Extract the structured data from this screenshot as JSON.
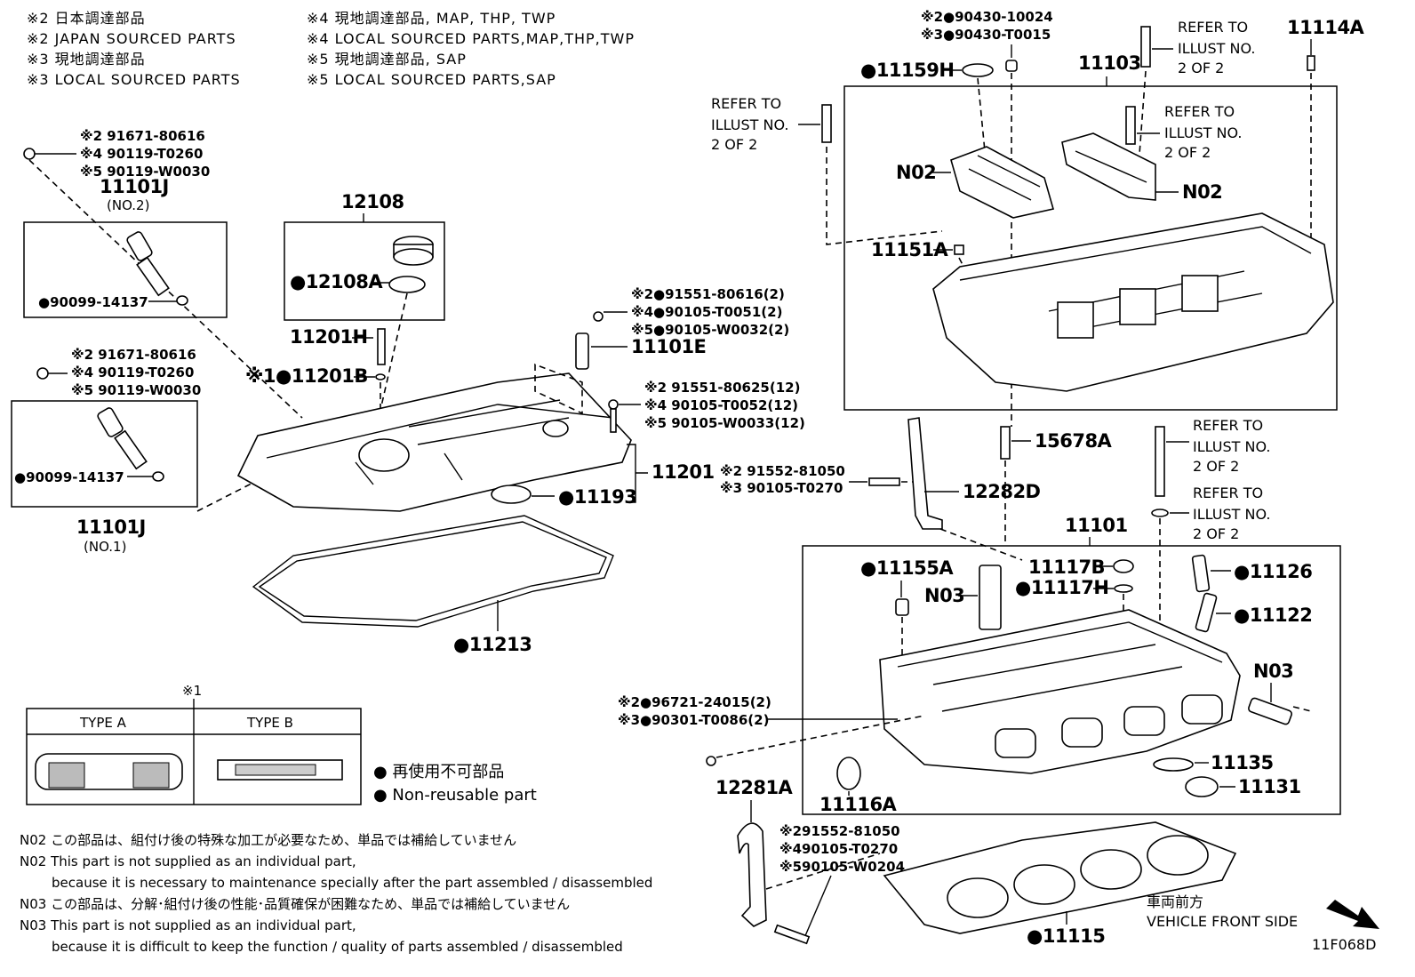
{
  "legend": {
    "l1": "※2 日本調達部品",
    "l2": "※2 JAPAN SOURCED PARTS",
    "l3": "※3 現地調達部品",
    "l4": "※3 LOCAL SOURCED PARTS",
    "r1": "※4 現地調達部品, MAP, THP, TWP",
    "r2": "※4 LOCAL SOURCED PARTS,MAP,THP,TWP",
    "r3": "※5 現地調達部品, SAP",
    "r4": "※5 LOCAL SOURCED PARTS,SAP"
  },
  "parts": {
    "p_11101J_top_a": "※2 91671-80616",
    "p_11101J_top_b": "※4 90119-T0260",
    "p_11101J_top_c": "※5 90119-W0030",
    "p_11101J_no2": "11101J",
    "p_no2": "(NO.2)",
    "p_90099_a": "●90099-14137",
    "p_12108": "12108",
    "p_12108A": "●12108A",
    "p_11201H": "11201H",
    "p_11201B": "※1●11201B",
    "p_mid_a": "※2 91671-80616",
    "p_mid_b": "※4 90119-T0260",
    "p_mid_c": "※5 90119-W0030",
    "p_90099_b": "●90099-14137",
    "p_11101J_no1": "11101J",
    "p_no1": "(NO.1)",
    "p_e1": "※2●91551-80616(2)",
    "p_e2": "※4●90105-T0051(2)",
    "p_e3": "※5●90105-W0032(2)",
    "p_11101E": "11101E",
    "p_c1": "※2 91551-80625(12)",
    "p_c2": "※4 90105-T0052(12)",
    "p_c3": "※5 90105-W0033(12)",
    "p_11201": "11201",
    "p_11193": "●11193",
    "p_11213": "●11213",
    "p_t1": "※2●90430-10024",
    "p_t2": "※3●90430-T0015",
    "p_11159H": "●11159H",
    "p_11103": "11103",
    "p_11114A": "11114A",
    "p_N02a": "N02",
    "p_N02b": "N02",
    "p_11151A": "11151A",
    "p_15678A": "15678A",
    "p_s1": "※2 91552-81050",
    "p_s2": "※3 90105-T0270",
    "p_12282D": "12282D",
    "p_11101": "11101",
    "p_11155A": "●11155A",
    "p_N03a": "N03",
    "p_11117B": "11117B",
    "p_11117H": "●11117H",
    "p_11126": "●11126",
    "p_11122": "●11122",
    "p_N03b": "N03",
    "p_w1": "※2●96721-24015(2)",
    "p_w2": "※3●90301-T0086(2)",
    "p_11135": "11135",
    "p_11131": "11131",
    "p_11116A": "11116A",
    "p_12281A": "12281A",
    "p_g1": "※291552-81050",
    "p_g2": "※490105-T0270",
    "p_g3": "※590105-W0204",
    "p_11115": "●11115"
  },
  "refs": {
    "a": [
      "REFER TO",
      "ILLUST NO.",
      "2 OF 2"
    ],
    "b": [
      "REFER TO",
      "ILLUST NO.",
      "2 OF 2"
    ],
    "c": [
      "REFER TO",
      "ILLUST NO.",
      "2 OF 2"
    ],
    "d": [
      "REFER TO",
      "ILLUST NO.",
      "2 OF 2"
    ],
    "e": [
      "REFER TO",
      "ILLUST NO.",
      "2 OF 2"
    ]
  },
  "types": {
    "mark": "※1",
    "a": "TYPE A",
    "b": "TYPE B"
  },
  "key": {
    "jp": "● 再使用不可部品",
    "en": "● Non-reusable part"
  },
  "notes": {
    "n1": "N02 この部品は、組付け後の特殊な加工が必要なため、単品では補給していません",
    "n2": "N02 This part is not supplied as an individual part,",
    "n3": "because it is necessary to maintenance specially after the part assembled / disassembled",
    "n4": "N03 この部品は、分解･組付け後の性能･品質確保が困難なため、単品では補給していません",
    "n5": "N03 This part is not supplied as an individual part,",
    "n6": "because it is difficult to keep the function / quality of parts assembled / disassembled"
  },
  "front": {
    "jp": "車両前方",
    "en": "VEHICLE FRONT SIDE"
  },
  "code": "11F068D",
  "icons": {
    "front_arrow": "arrow-down-right-icon",
    "nonreusable": "filled-circle-icon"
  }
}
